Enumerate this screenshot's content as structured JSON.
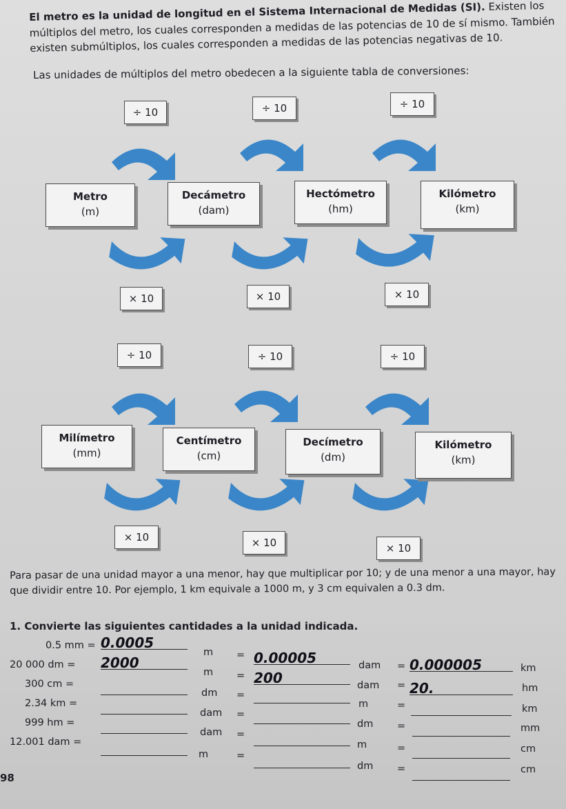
{
  "intro": {
    "p1_bold": "El metro es la unidad de longitud en el Sistema Internacional de Medidas (SI).",
    "p1_rest": " Existen los múltiplos del metro, los cuales corresponden a medidas de las potencias de 10 de sí mismo. También existen submúltiplos, los cuales corresponden a medidas de las potencias negativas de 10.",
    "p2": "Las unidades de múltiplos del metro obedecen a la siguiente tabla de conversiones:"
  },
  "diagram_multiples": {
    "units": [
      {
        "name": "Metro",
        "abbr": "(m)"
      },
      {
        "name": "Decámetro",
        "abbr": "(dam)"
      },
      {
        "name": "Hectómetro",
        "abbr": "(hm)"
      },
      {
        "name": "Kilómetro",
        "abbr": "(km)"
      }
    ],
    "divide": [
      "÷ 10",
      "÷ 10",
      "÷ 10"
    ],
    "multiply": [
      "× 10",
      "× 10",
      "× 10"
    ]
  },
  "diagram_submultiples": {
    "units": [
      {
        "name": "Milímetro",
        "abbr": "(mm)"
      },
      {
        "name": "Centímetro",
        "abbr": "(cm)"
      },
      {
        "name": "Decímetro",
        "abbr": "(dm)"
      },
      {
        "name": "Kilómetro",
        "abbr": "(km)"
      }
    ],
    "divide": [
      "÷ 10",
      "÷ 10",
      "÷ 10"
    ],
    "multiply": [
      "× 10",
      "× 10",
      "× 10"
    ]
  },
  "explanation": "Para pasar de una unidad mayor a una menor, hay que multiplicar por 10; y de una menor a una mayor, hay que dividir entre 10. Por ejemplo, 1 km  equivale a 1000 m, y 3 cm equivalen a 0.3 dm.",
  "exercise": {
    "title": "1.  Convierte las siguientes cantidades a la unidad indicada.",
    "rows": [
      {
        "qty": "0.5 mm =",
        "a": "0.0005",
        "u1": "m",
        "eq1": "=",
        "b": "0.00005",
        "u2": "dam",
        "eq2": "=",
        "c": "0.000005",
        "u3": "km"
      },
      {
        "qty": "20 000 dm =",
        "a": "2000",
        "u1": "m",
        "eq1": "=",
        "b": "200",
        "u2": "dam",
        "eq2": "=",
        "c": "20.",
        "u3": "hm"
      },
      {
        "qty": "300 cm =",
        "a": "",
        "u1": "dm",
        "eq1": "=",
        "b": "",
        "u2": "m",
        "eq2": "=",
        "c": "",
        "u3": "km"
      },
      {
        "qty": "2.34 km =",
        "a": "",
        "u1": "dam",
        "eq1": "=",
        "b": "",
        "u2": "dm",
        "eq2": "=",
        "c": "",
        "u3": "mm"
      },
      {
        "qty": "999 hm =",
        "a": "",
        "u1": "dam",
        "eq1": "=",
        "b": "",
        "u2": "m",
        "eq2": "=",
        "c": "",
        "u3": "cm"
      },
      {
        "qty": "12.001 dam =",
        "a": "",
        "u1": "m",
        "eq1": "=",
        "b": "",
        "u2": "dm",
        "eq2": "=",
        "c": "",
        "u3": "cm"
      }
    ]
  },
  "page_number": "98"
}
